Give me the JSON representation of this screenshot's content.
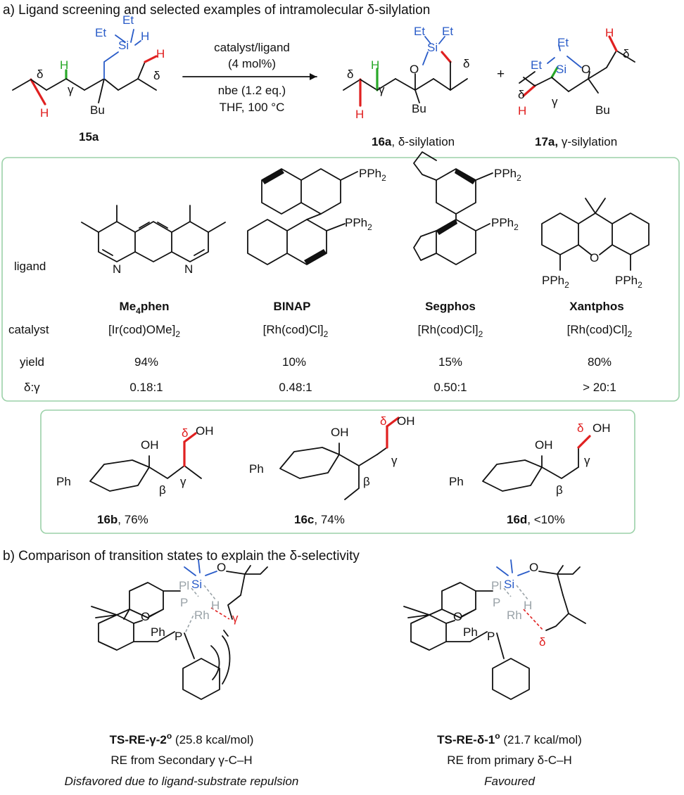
{
  "section_a": {
    "title": "a) Ligand screening and selected examples of intramolecular δ-silylation",
    "reaction": {
      "conditions": [
        "catalyst/ligand",
        "(4 mol%)",
        "nbe (1.2 eq.)",
        "THF, 100 °C"
      ],
      "plus": "+",
      "substrate_label": "15a",
      "product1_label": "16a",
      "product1_suffix": ", δ-silylation",
      "product2_label": "17a,",
      "product2_suffix": " γ-silylation"
    },
    "atoms": {
      "et": "Et",
      "si": "Si",
      "h": "H",
      "bu": "Bu",
      "o": "O",
      "n": "N",
      "delta": "δ",
      "gamma": "γ",
      "beta": "β",
      "pph2": "PPh",
      "sub2": "2",
      "oh": "OH",
      "ph": "Ph"
    },
    "table": {
      "row_labels": {
        "ligand": "ligand",
        "catalyst": "catalyst",
        "yield": "yield",
        "selectivity": "δ:γ"
      },
      "columns": [
        {
          "ligand_main": "Me",
          "ligand_sub": "4",
          "ligand_tail": "phen",
          "catalyst_main": "[Ir(cod)OMe]",
          "catalyst_sub": "2",
          "yield": "94%",
          "selectivity": "0.18:1"
        },
        {
          "ligand_main": "BINAP",
          "ligand_sub": "",
          "ligand_tail": "",
          "catalyst_main": "[Rh(cod)Cl]",
          "catalyst_sub": "2",
          "yield": "10%",
          "selectivity": "0.48:1"
        },
        {
          "ligand_main": "Segphos",
          "ligand_sub": "",
          "ligand_tail": "",
          "catalyst_main": "[Rh(cod)Cl]",
          "catalyst_sub": "2",
          "yield": "15%",
          "selectivity": "0.50:1"
        },
        {
          "ligand_main": "Xantphos",
          "ligand_sub": "",
          "ligand_tail": "",
          "catalyst_main": "[Rh(cod)Cl]",
          "catalyst_sub": "2",
          "yield": "80%",
          "selectivity": "> 20:1"
        }
      ]
    },
    "examples": [
      {
        "label": "16b",
        "yield": ", 76%"
      },
      {
        "label": "16c",
        "yield": ", 74%"
      },
      {
        "label": "16d",
        "yield": ", <10%"
      }
    ]
  },
  "section_b": {
    "title": "b) Comparison of transition states to explain the δ-selectivity",
    "atoms": {
      "p": "P",
      "pl": "Pl",
      "rh": "Rh",
      "ph": "Ph"
    },
    "ts_left": {
      "name": "TS-RE-γ-2",
      "sup": "o",
      "energy": " (25.8 kcal/mol)",
      "line2": "RE from Secondary γ-C–H",
      "line3": "Disfavored due to ligand-substrate repulsion"
    },
    "ts_right": {
      "name": "TS-RE-δ-1",
      "sup": "o",
      "energy": " (21.7 kcal/mol)",
      "line2": "RE from primary δ-C–H",
      "line3": "Favoured"
    }
  }
}
